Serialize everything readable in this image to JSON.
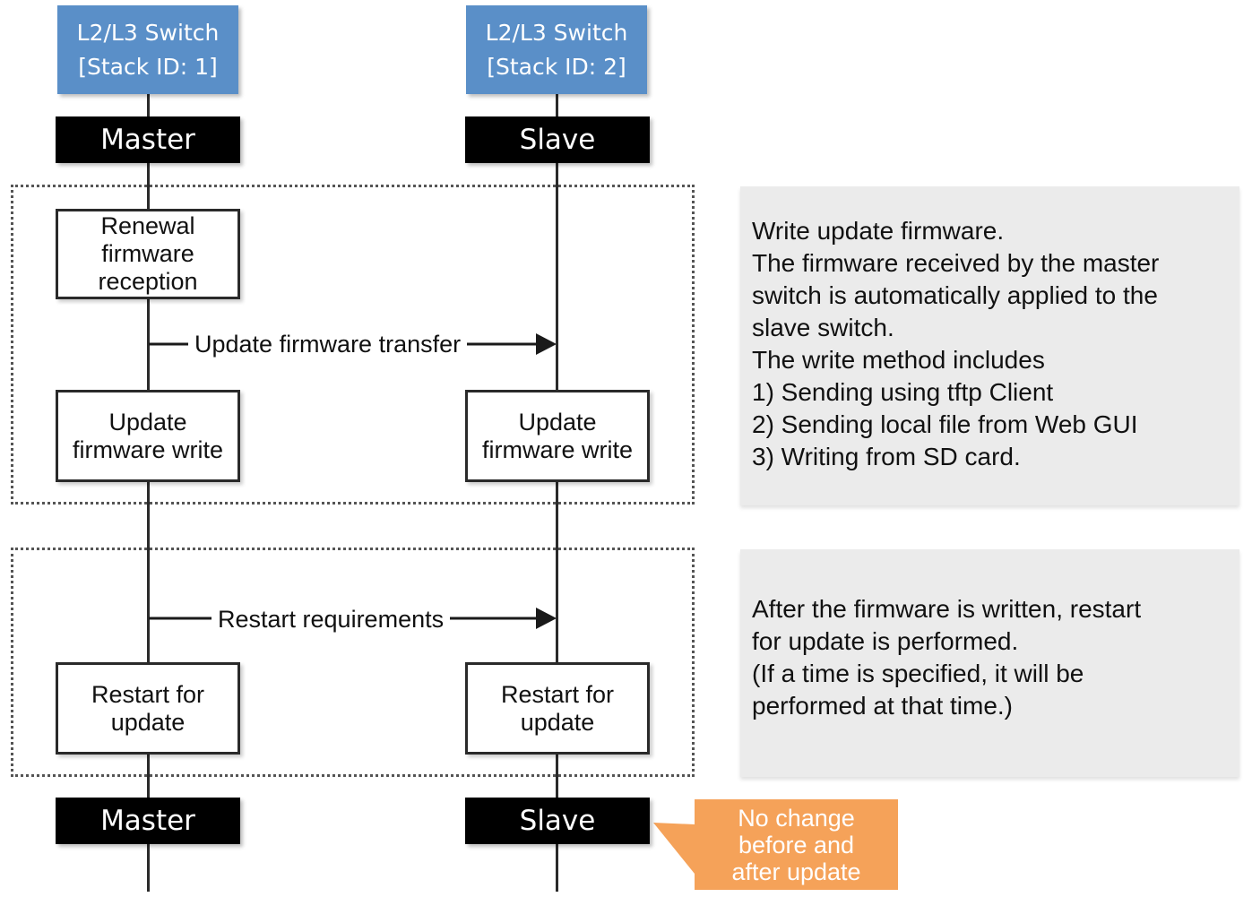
{
  "lifelines": {
    "left": {
      "header": [
        "L2/L3 Switch",
        "[Stack ID: 1]"
      ],
      "role_top": "Master",
      "role_bottom": "Master"
    },
    "right": {
      "header": [
        "L2/L3 Switch",
        "[Stack ID: 2]"
      ],
      "role_top": "Slave",
      "role_bottom": "Slave"
    }
  },
  "steps": {
    "renewal_reception": [
      "Renewal",
      "firmware",
      "reception"
    ],
    "master_write": [
      "Update",
      "firmware write"
    ],
    "slave_write": [
      "Update",
      "firmware write"
    ],
    "master_restart": [
      "Restart for",
      "update"
    ],
    "slave_restart": [
      "Restart for",
      "update"
    ]
  },
  "messages": {
    "transfer": "Update firmware transfer",
    "restart": "Restart requirements"
  },
  "notes": {
    "write": [
      "Write update firmware.",
      "The firmware received by the master",
      "switch is automatically applied to the",
      "slave switch.",
      "The write method includes",
      "1) Sending using tftp Client",
      "2) Sending local file from Web GUI",
      "3) Writing from SD card."
    ],
    "restart": [
      "After the firmware is written, restart",
      "for update is performed.",
      "(If a time is specified, it will be",
      "performed at that time.)"
    ]
  },
  "callout": {
    "lines": [
      "No change",
      "before and",
      "after update"
    ],
    "color": "#f5a259"
  },
  "colors": {
    "switch_header": "#5a8fc8",
    "role": "#000000",
    "note_bg": "#ebebeb"
  }
}
